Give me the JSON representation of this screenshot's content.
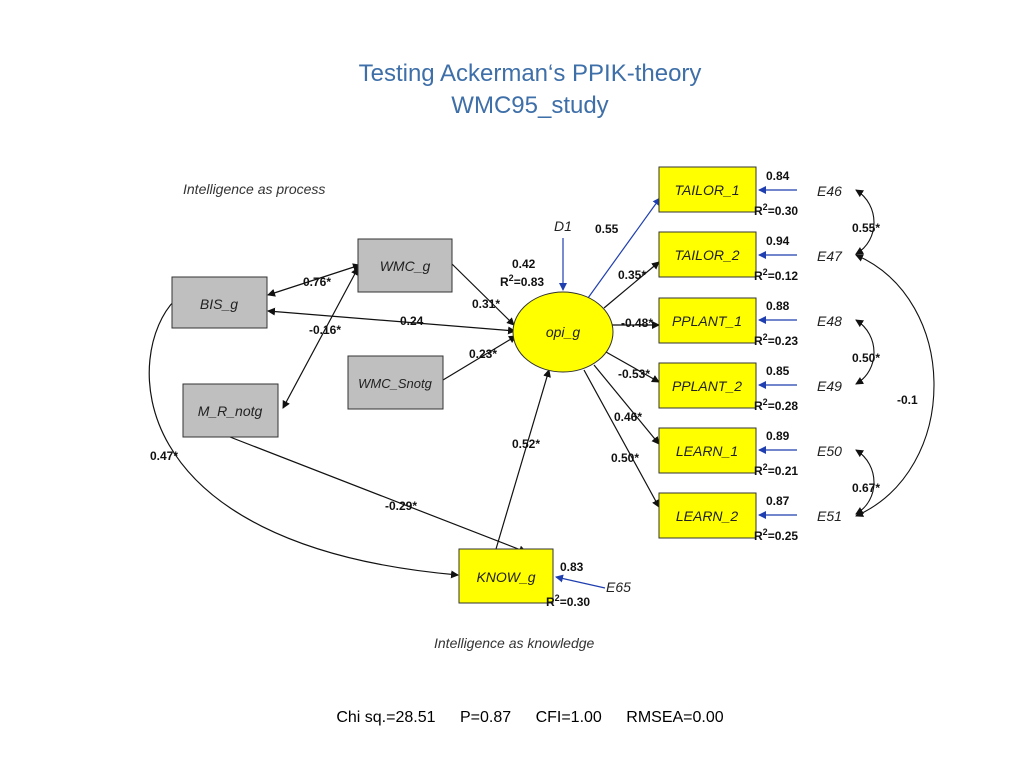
{
  "title": {
    "line1": "Testing Ackerman‘s PPIK-theory",
    "line2": "WMC95_study"
  },
  "sections": {
    "process": "Intelligence as process",
    "knowledge": "Intelligence as knowledge"
  },
  "nodes": {
    "bis_g": "BIS_g",
    "wmc_g": "WMC_g",
    "wmc_snotg": "WMC_Snotg",
    "m_r_notg": "M_R_notg",
    "opi_g": "opi_g",
    "know_g": "KNOW_g",
    "tailor_1": "TAILOR_1",
    "tailor_2": "TAILOR_2",
    "pplant_1": "PPLANT_1",
    "pplant_2": "PPLANT_2",
    "learn_1": "LEARN_1",
    "learn_2": "LEARN_2"
  },
  "errors": {
    "d1": "D1",
    "e46": "E46",
    "e47": "E47",
    "e48": "E48",
    "e49": "E49",
    "e50": "E50",
    "e51": "E51",
    "e65": "E65"
  },
  "paths": {
    "bis_wmc": "0.76*",
    "wmc_mr": "-0.16*",
    "bis_opi": "0.24",
    "wmc_opi": "0.31*",
    "snotg_opi": "0.23*",
    "bis_know": "0.47*",
    "mr_know": "-0.29*",
    "know_opi": "0.52*",
    "opi_tailor1": "0.55",
    "opi_tailor2": "0.35*",
    "opi_pplant1": "-0.48*",
    "opi_pplant2": "-0.53*",
    "opi_learn1": "0.46*",
    "opi_learn2": "0.50*"
  },
  "residuals": {
    "d1_path": "0.42",
    "opi_r2_prefix": "R",
    "opi_r2_value": "=0.83",
    "know_path": "0.83",
    "know_r2_prefix": "R",
    "know_r2_value": "=0.30",
    "r2_exponent": "2"
  },
  "indicators": {
    "tailor_1": {
      "path": "0.84",
      "r2_prefix": "R",
      "r2_value": "=0.30"
    },
    "tailor_2": {
      "path": "0.94",
      "r2_prefix": "R",
      "r2_value": "=0.12"
    },
    "pplant_1": {
      "path": "0.88",
      "r2_prefix": "R",
      "r2_value": "=0.23"
    },
    "pplant_2": {
      "path": "0.85",
      "r2_prefix": "R",
      "r2_value": "=0.28"
    },
    "learn_1": {
      "path": "0.89",
      "r2_prefix": "R",
      "r2_value": "=0.21"
    },
    "learn_2": {
      "path": "0.87",
      "r2_prefix": "R",
      "r2_value": "=0.25"
    }
  },
  "correlations": {
    "e46_e47": "0.55*",
    "e48_e49": "0.50*",
    "e50_e51": "0.67*",
    "e47_e51": "-0.1"
  },
  "fit": {
    "chi": "Chi sq.=28.51",
    "p": "P=0.87",
    "cfi": "CFI=1.00",
    "rmsea": "RMSEA=0.00"
  },
  "colors": {
    "title": "#3e6fa8",
    "grey_box": "#bfbfbf",
    "yellow_box": "#ffff00",
    "arrow_blue": "#1f3fb0",
    "arrow_black": "#111111"
  }
}
